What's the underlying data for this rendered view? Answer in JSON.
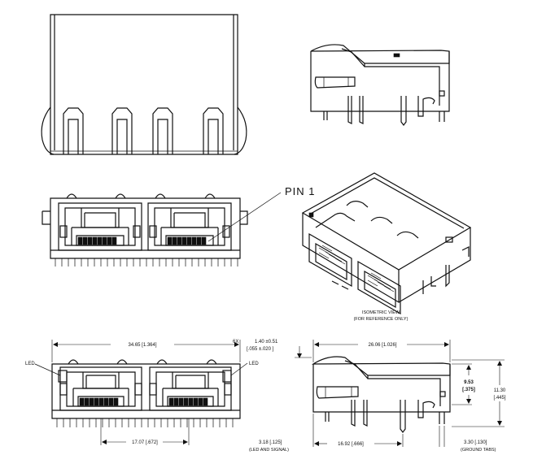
{
  "labels": {
    "pin1": "PIN  1",
    "iso_line1": "ISOMETRIC VIEW",
    "iso_line2": "(FOR REFERENCE ONLY)",
    "led_left": "LED",
    "led_right": "LED"
  },
  "dimensions": {
    "overall_width": "34.65 [1.364]",
    "pin_6x": "6X",
    "pin_tol_mm": "1.40  ±0.51",
    "pin_tol_in": "[.055  ±.020 ]",
    "pitch": "17.07   [.672]",
    "led_signal_val": "3.18   [.125]",
    "led_signal_cap": "(LED AND SIGNAL)",
    "depth": "26.06 [1.026]",
    "ref_height_mm": "9.53",
    "ref_height_in": "[.375]",
    "height_mm": "11.30",
    "height_in": "[.445]",
    "pin_offset": "16.92   [.666]",
    "ground_tab_val": "3.30   [.130]",
    "ground_tab_cap": "(GROUND TABS)"
  }
}
